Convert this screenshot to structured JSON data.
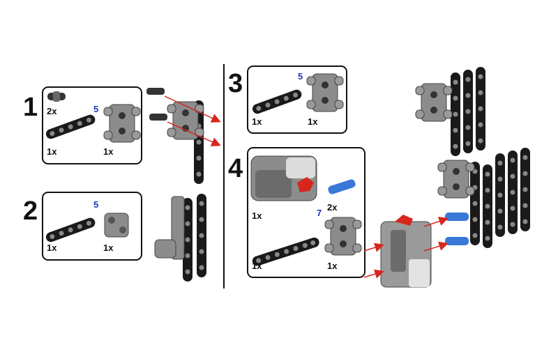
{
  "steps": [
    {
      "number": "1",
      "parts": [
        {
          "part": "pin",
          "qty": "2x"
        },
        {
          "part": "beam",
          "length": "5",
          "qty": "1x"
        },
        {
          "part": "h-frame",
          "qty": "1x"
        }
      ]
    },
    {
      "number": "2",
      "parts": [
        {
          "part": "beam",
          "length": "5",
          "qty": "1x"
        },
        {
          "part": "double-cross-block",
          "qty": "1x"
        }
      ]
    },
    {
      "number": "3",
      "parts": [
        {
          "part": "beam",
          "length": "5",
          "qty": "1x"
        },
        {
          "part": "h-frame",
          "qty": "1x"
        }
      ]
    },
    {
      "number": "4",
      "parts": [
        {
          "part": "sensor",
          "qty": "1x"
        },
        {
          "part": "axle-pin",
          "qty": "2x"
        },
        {
          "part": "beam",
          "length": "7",
          "qty": "1x"
        },
        {
          "part": "h-frame",
          "qty": "1x"
        }
      ]
    }
  ],
  "colors": {
    "frame_gray": "#8c8c8c",
    "beam_black": "#1a1a1a",
    "pin_blue": "#3a78d8",
    "arrow_red": "#d7261e",
    "length_blue": "#2233bb"
  }
}
